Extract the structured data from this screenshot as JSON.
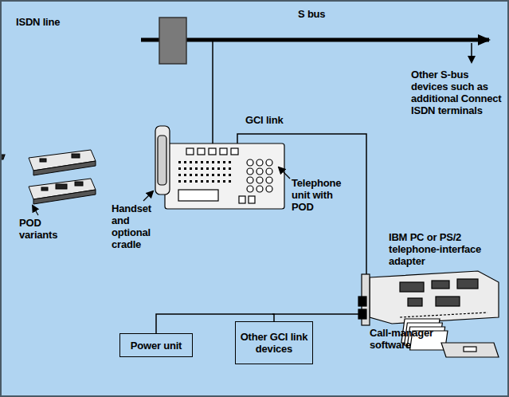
{
  "diagram": {
    "nodes": [
      {
        "text": [
          "Power unit"
        ]
      },
      {
        "text": [
          "Other GCI link devices"
        ]
      }
    ],
    "edges": [
      {
        "from": 0,
        "to": 1,
        "arrow": "none"
      }
    ],
    "labels": [
      "ISDN line",
      "S bus",
      "GCI link",
      "Other S-bus devices such as additional Connect ISDN terminals",
      "POD variants",
      "Handset and optional cradle",
      "Telephone unit with POD",
      "IBM PC or PS/2 telephone-interface adapter",
      "Call-manager software"
    ]
  }
}
